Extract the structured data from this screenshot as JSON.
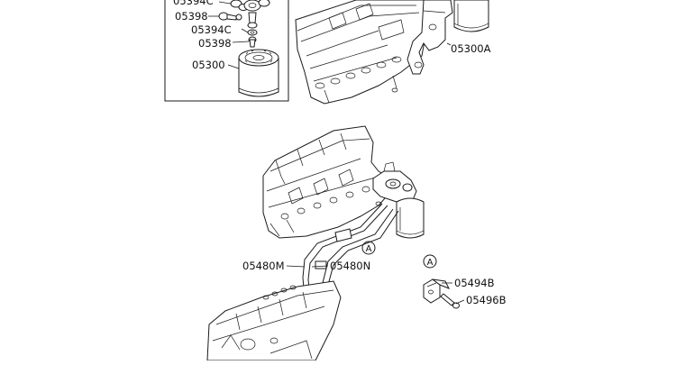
{
  "diagram": {
    "callouts": {
      "p05394c_top": "05394C",
      "p05398_a": "05398",
      "p05394c_b": "05394C",
      "p05398_b": "05398",
      "p05300": "05300",
      "p05300a": "05300A",
      "p05480m": "05480M",
      "p05480n": "05480N",
      "p05494b": "05494B",
      "p05496b": "05496B"
    },
    "markers": {
      "detail_ref_pipe": "A",
      "detail_ref_bracket": "A"
    }
  }
}
